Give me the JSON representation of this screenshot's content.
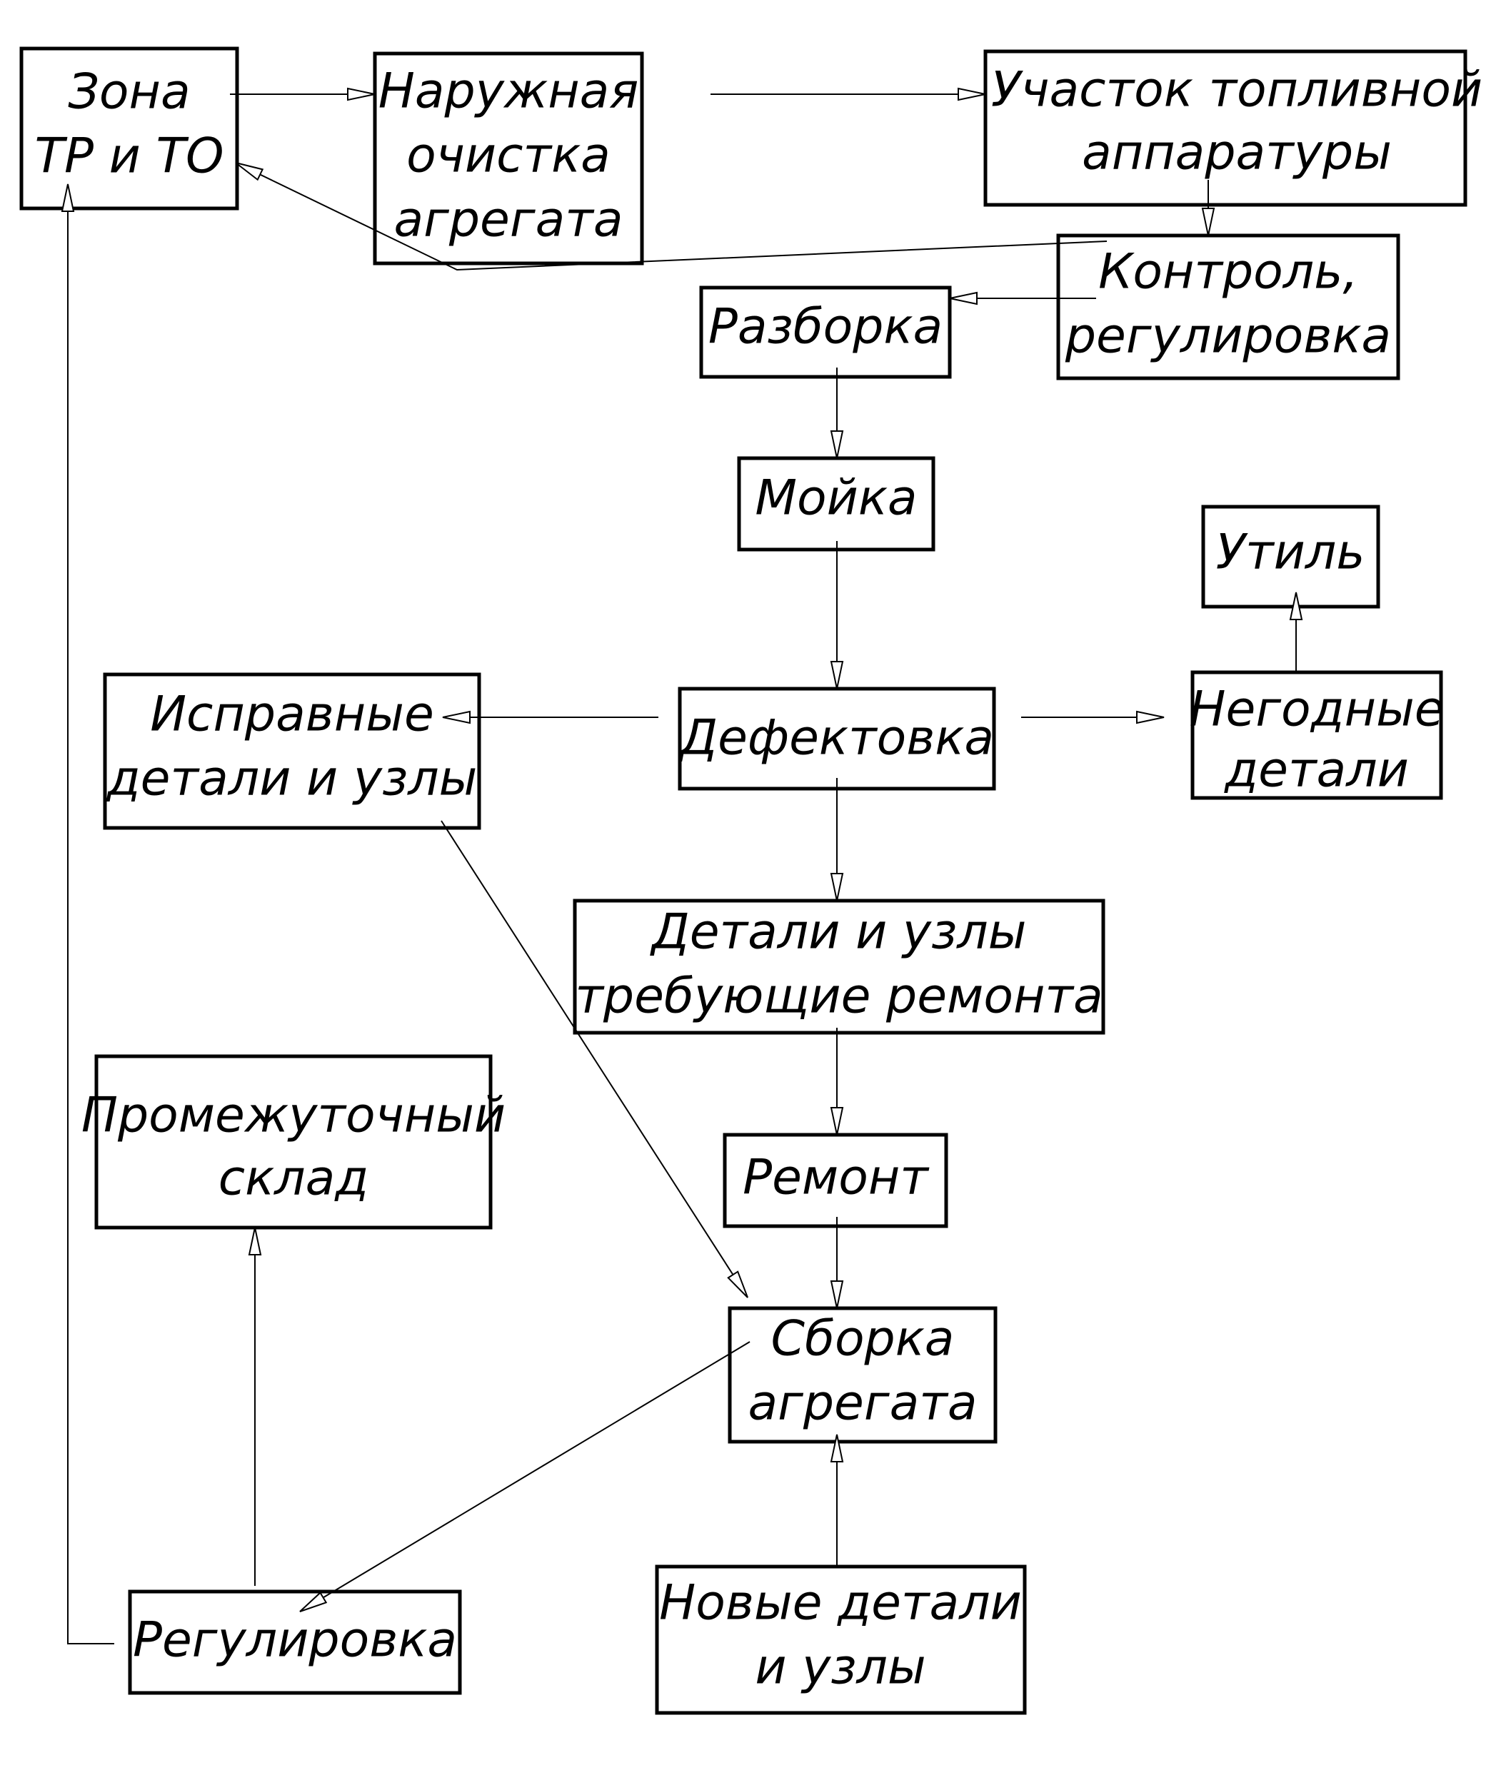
{
  "diagram": {
    "boxes": {
      "zone": {
        "lines": [
          "Зона",
          "ТР и ТО"
        ]
      },
      "outer_cleaning": {
        "lines": [
          "Наружная",
          "очистка",
          "агрегата"
        ]
      },
      "fuel_section": {
        "lines": [
          "Участок топливной",
          "аппаратуры"
        ]
      },
      "control": {
        "lines": [
          "Контроль,",
          "регулировка"
        ]
      },
      "disassembly": {
        "lines": [
          "Разборка"
        ]
      },
      "washing": {
        "lines": [
          "Мойка"
        ]
      },
      "scrap": {
        "lines": [
          "Утиль"
        ]
      },
      "serviceable": {
        "lines": [
          "Исправные",
          "детали и узлы"
        ]
      },
      "defect": {
        "lines": [
          "Дефектовка"
        ]
      },
      "unusable": {
        "lines": [
          "Негодные",
          "детали"
        ]
      },
      "need_repair": {
        "lines": [
          "Детали и узлы",
          "требующие ремонта"
        ]
      },
      "storage": {
        "lines": [
          "Промежуточный",
          "склад"
        ]
      },
      "repair": {
        "lines": [
          "Ремонт"
        ]
      },
      "assembly": {
        "lines": [
          "Сборка",
          "агрегата"
        ]
      },
      "adjustment": {
        "lines": [
          "Регулировка"
        ]
      },
      "new_parts": {
        "lines": [
          "Новые детали",
          "и узлы"
        ]
      }
    },
    "connections": [
      {
        "from": "zone",
        "to": "outer_cleaning"
      },
      {
        "from": "outer_cleaning",
        "to": "fuel_section"
      },
      {
        "from": "fuel_section",
        "to": "control"
      },
      {
        "from": "control",
        "to": "zone"
      },
      {
        "from": "control",
        "to": "disassembly"
      },
      {
        "from": "disassembly",
        "to": "washing"
      },
      {
        "from": "washing",
        "to": "defect"
      },
      {
        "from": "defect",
        "to": "serviceable"
      },
      {
        "from": "defect",
        "to": "unusable"
      },
      {
        "from": "unusable",
        "to": "scrap"
      },
      {
        "from": "defect",
        "to": "need_repair"
      },
      {
        "from": "need_repair",
        "to": "repair"
      },
      {
        "from": "repair",
        "to": "assembly"
      },
      {
        "from": "serviceable",
        "to": "assembly"
      },
      {
        "from": "new_parts",
        "to": "assembly"
      },
      {
        "from": "assembly",
        "to": "adjustment"
      },
      {
        "from": "adjustment",
        "to": "storage"
      },
      {
        "from": "adjustment",
        "to": "zone"
      }
    ]
  }
}
